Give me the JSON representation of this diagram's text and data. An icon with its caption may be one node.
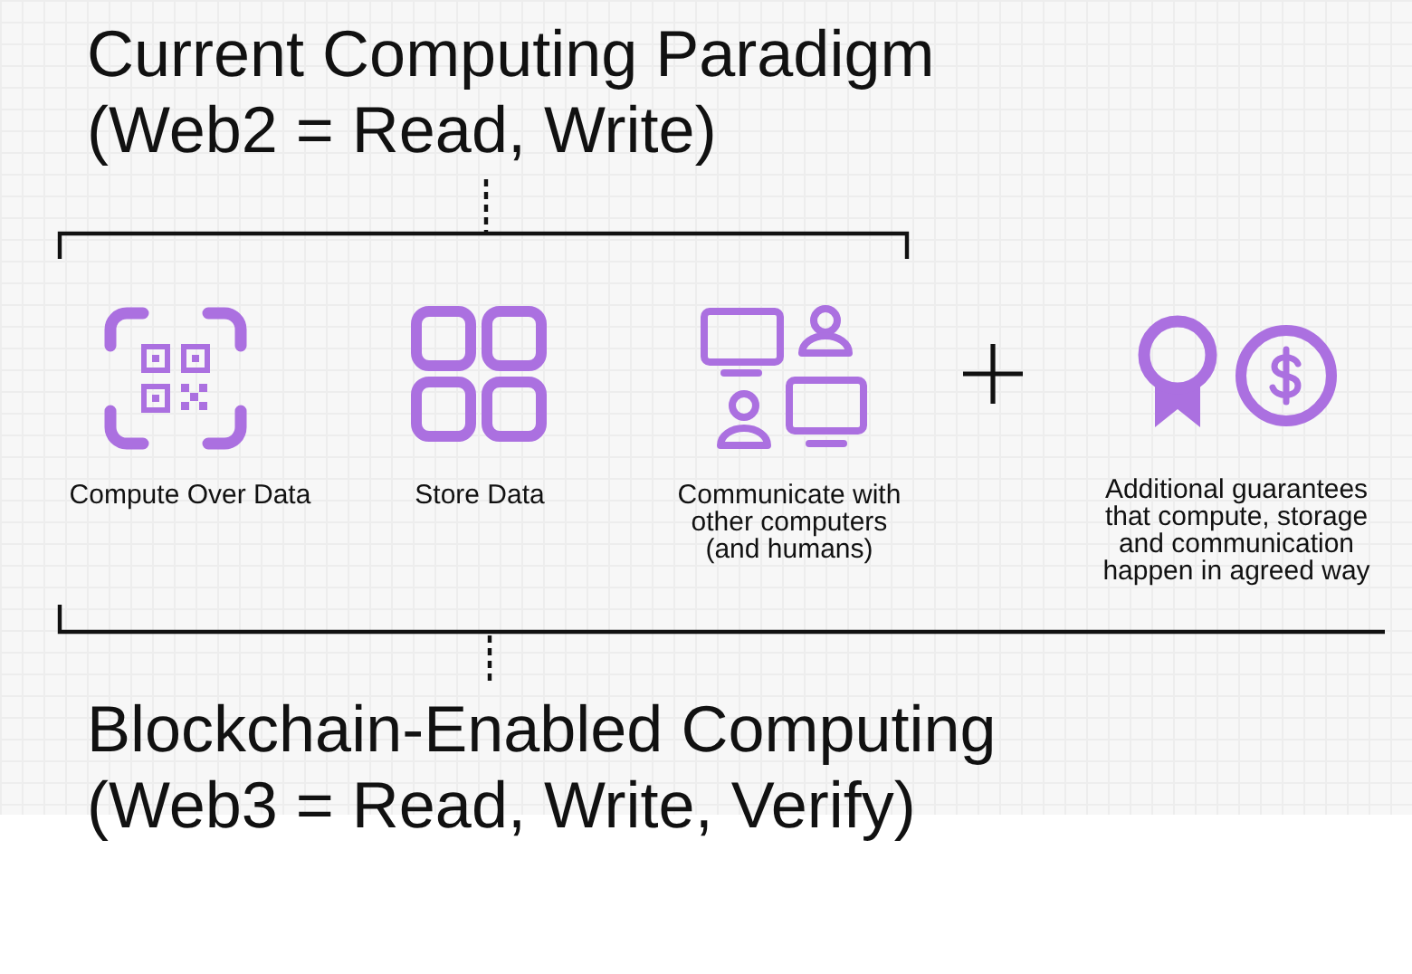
{
  "diagram": {
    "labels": [
      "Current Computing Paradigm (Web2 = Read, Write)",
      "Compute Over Data",
      "Store Data",
      "Communicate with other computers (and humans)",
      "Additional guarantees that compute, storage and communication happen in agreed way",
      "Blockchain-Enabled Computing (Web3 = Read, Write, Verify)"
    ]
  }
}
